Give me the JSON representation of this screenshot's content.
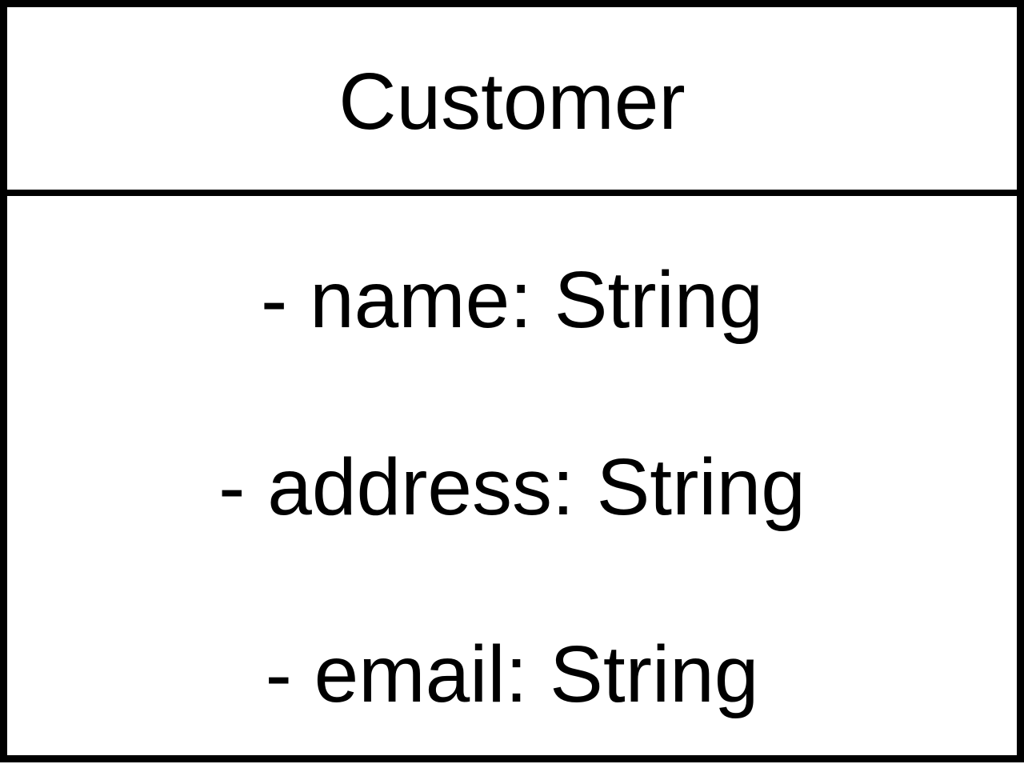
{
  "class_box": {
    "name": "Customer",
    "attributes": [
      "- name: String",
      "- address: String",
      "- email: String"
    ]
  },
  "colors": {
    "stroke": "#000000",
    "background": "#ffffff",
    "text": "#000000"
  }
}
